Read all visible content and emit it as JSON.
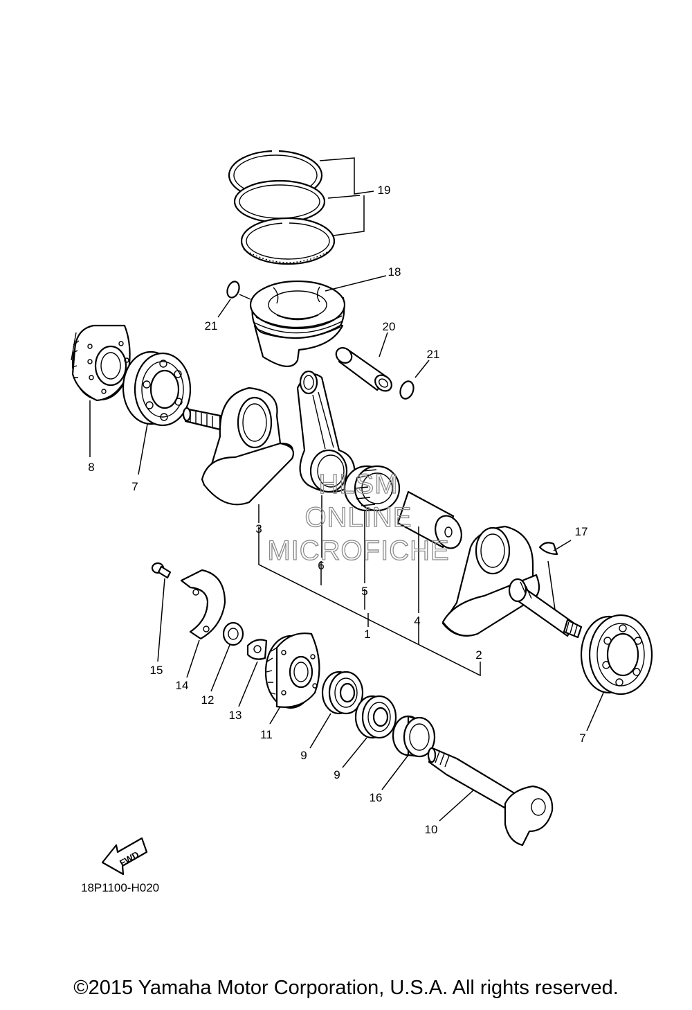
{
  "callouts": [
    {
      "id": "c1",
      "text": "1"
    },
    {
      "id": "c2",
      "text": "2"
    },
    {
      "id": "c3",
      "text": "3"
    },
    {
      "id": "c4",
      "text": "4"
    },
    {
      "id": "c5",
      "text": "5"
    },
    {
      "id": "c6",
      "text": "6"
    },
    {
      "id": "c7a",
      "text": "7"
    },
    {
      "id": "c7b",
      "text": "7"
    },
    {
      "id": "c8",
      "text": "8"
    },
    {
      "id": "c9a",
      "text": "9"
    },
    {
      "id": "c9b",
      "text": "9"
    },
    {
      "id": "c10",
      "text": "10"
    },
    {
      "id": "c11",
      "text": "11"
    },
    {
      "id": "c12",
      "text": "12"
    },
    {
      "id": "c13",
      "text": "13"
    },
    {
      "id": "c14",
      "text": "14"
    },
    {
      "id": "c15",
      "text": "15"
    },
    {
      "id": "c16",
      "text": "16"
    },
    {
      "id": "c17",
      "text": "17"
    },
    {
      "id": "c18",
      "text": "18"
    },
    {
      "id": "c19",
      "text": "19"
    },
    {
      "id": "c20",
      "text": "20"
    },
    {
      "id": "c21a",
      "text": "21"
    },
    {
      "id": "c21b",
      "text": "21"
    }
  ],
  "watermark": {
    "line1": "HLSM",
    "line2": "ONLINE",
    "line3": "MICROFICHE"
  },
  "fwd_arrow_label": "FWD",
  "diagram_code": "18P1100-H020",
  "copyright": "©2015 Yamaha Motor Corporation, U.S.A. All rights reserved."
}
